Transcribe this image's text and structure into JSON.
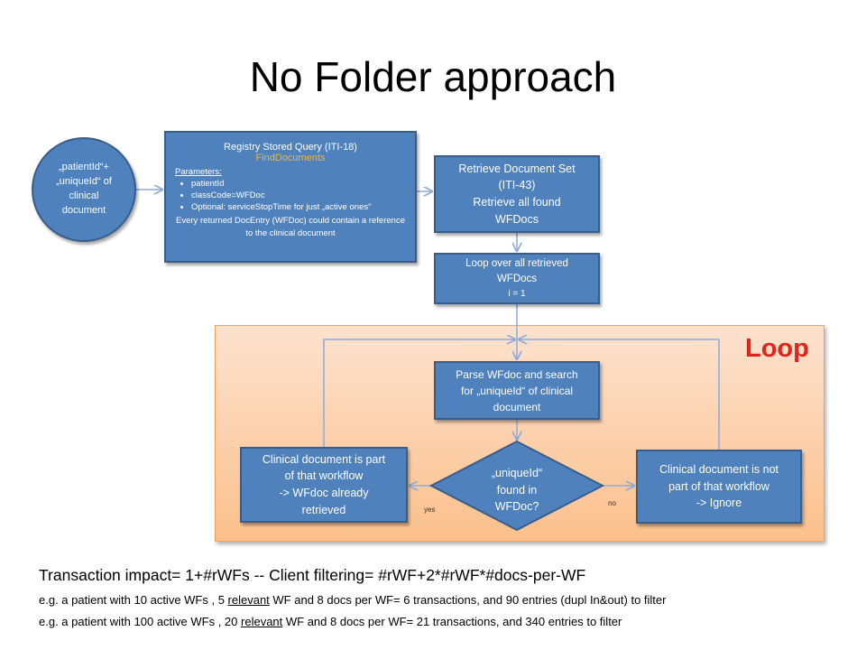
{
  "title": "No Folder approach",
  "loop_label": "Loop",
  "start": {
    "line1": "„patientId“+",
    "line2": "„uniqueId“ of",
    "line3": "clinical",
    "line4": "document"
  },
  "query": {
    "line1": "Registry Stored Query (ITI-18)",
    "line2": "FindDocuments",
    "params_label": "Parameters:",
    "params": [
      "patientId",
      "classCode=WFDoc",
      "Optional: serviceStopTime for just „active ones“"
    ],
    "note": "Every returned DocEntry (WFDoc) could contain a reference to the clinical document"
  },
  "retrieve": {
    "line1": "Retrieve Document Set",
    "line2": "(ITI-43)",
    "line3": "Retrieve all found",
    "line4": "WFDocs"
  },
  "loop_over": {
    "line1": "Loop over all retrieved",
    "line2": "WFDocs",
    "line3": "i = 1"
  },
  "parse": {
    "line1": "Parse WFdoc and search",
    "line2": "for „uniqueId“ of clinical",
    "line3": "document"
  },
  "decision": {
    "line1": "„uniqueId“",
    "line2": "found in",
    "line3": "WFDoc?"
  },
  "yes_label": "yes",
  "no_label": "no",
  "part_of": {
    "line1": "Clinical document is part",
    "line2": "of that workflow",
    "line3": "-> WFdoc already",
    "line4": "retrieved"
  },
  "not_part": {
    "line1": "Clinical document is not",
    "line2": "part of that workflow",
    "line3": "-> Ignore"
  },
  "impact": "Transaction impact= 1+#rWFs   --  Client filtering= #rWF+2*#rWF*#docs-per-WF",
  "example1": {
    "pre": "e.g. a patient with 10 active WFs , 5 ",
    "link": "relevant",
    "post": " WF and 8 docs per WF= 6 transactions, and 90 entries (dupl In&out) to filter"
  },
  "example2": {
    "pre": "e.g. a patient with 100 active WFs , 20 ",
    "link": "relevant",
    "post": " WF and 8 docs per WF= 21 transactions, and 340 entries to filter"
  },
  "colors": {
    "box_fill": "#4f81bd",
    "box_border": "#385d8a",
    "loop_fill_top": "#fde2cf",
    "loop_fill_bottom": "#fbc08c",
    "loop_label": "#e0251b",
    "highlight_text": "#f5b52a",
    "connector": "#8eaad8"
  }
}
